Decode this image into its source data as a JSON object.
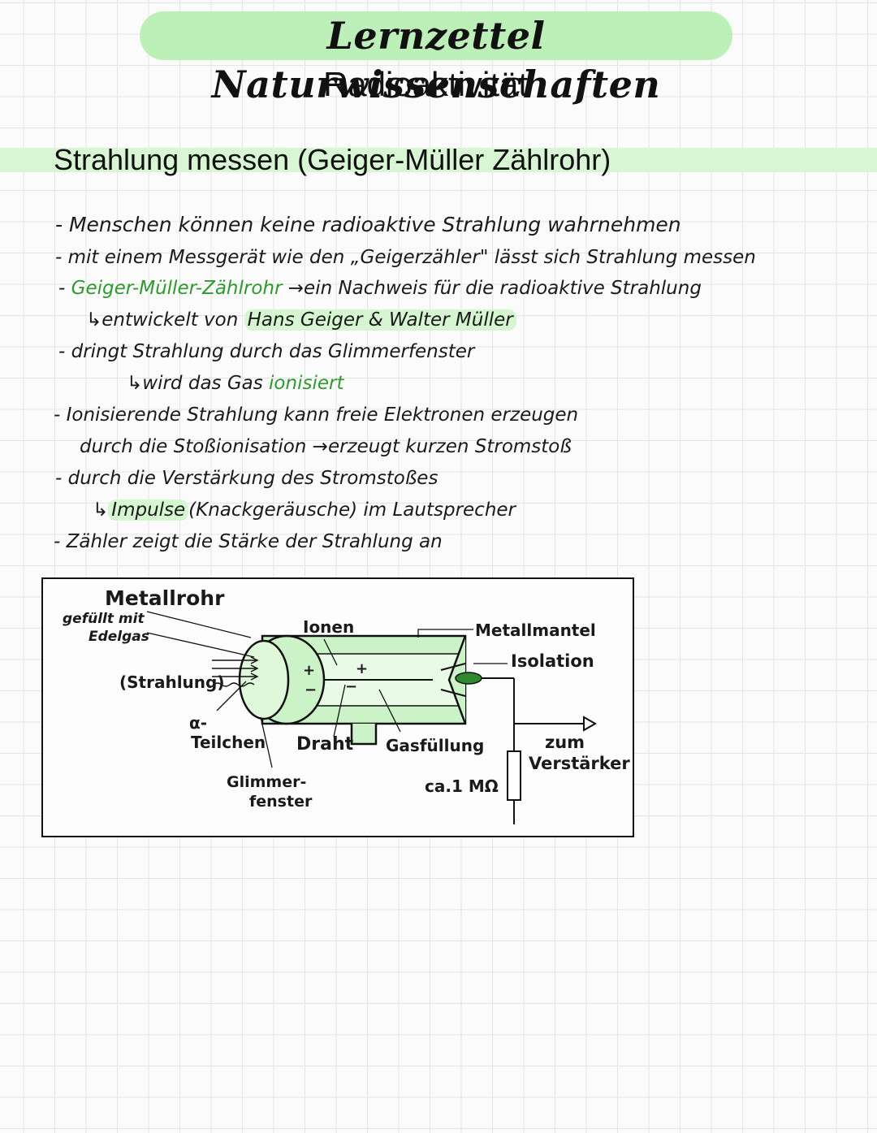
{
  "header": {
    "title": "Lernzettel Naturwissenschaften",
    "subtitle": "Radioaktivität"
  },
  "section": {
    "title": "Strahlung messen (Geiger-Müller Zählrohr)"
  },
  "notes": {
    "l1": "- Menschen können keine radioaktive Strahlung wahrnehmen",
    "l2": "- mit einem Messgerät wie den „Geigerzähler\" lässt sich Strahlung messen",
    "l3_dash": "- ",
    "l3_green": "Geiger-Müller-Zählrohr",
    "l3_rest": " →ein Nachweis für die radioaktive Strahlung",
    "l4_prefix": "↳entwickelt von ",
    "l4_hl": "Hans Geiger & Walter Müller",
    "l5": "- dringt Strahlung durch das Glimmerfenster",
    "l6_prefix": "↳wird das Gas ",
    "l6_green": "ionisiert",
    "l7": "- Ionisierende Strahlung kann freie Elektronen erzeugen",
    "l8": "durch die Stoßionisation →erzeugt kurzen Stromstoß",
    "l9": "- durch die Verstärkung des Stromstoßes",
    "l10_prefix": "↳",
    "l10_hl": "Impulse",
    "l10_rest": "(Knackgeräusche) im Lautsprecher",
    "l11": "- Zähler zeigt die Stärke der Strahlung an"
  },
  "diagram": {
    "metallrohr": "Metallrohr",
    "gefuellt1": "gefüllt mit",
    "gefuellt2": "Edelgas",
    "strahlung": "(Strahlung)",
    "alpha1": "α-",
    "alpha2": "Teilchen",
    "ionen": "Ionen",
    "draht": "Draht",
    "gasfuellung": "Gasfüllung",
    "glimmer1": "Glimmer-",
    "glimmer2": "fenster",
    "metallmantel": "Metallmantel",
    "isolation": "Isolation",
    "widerstand": "ca.1 MΩ",
    "zum": "zum",
    "verstaerker": "Verstärker",
    "plus": "+",
    "minus": "−"
  }
}
